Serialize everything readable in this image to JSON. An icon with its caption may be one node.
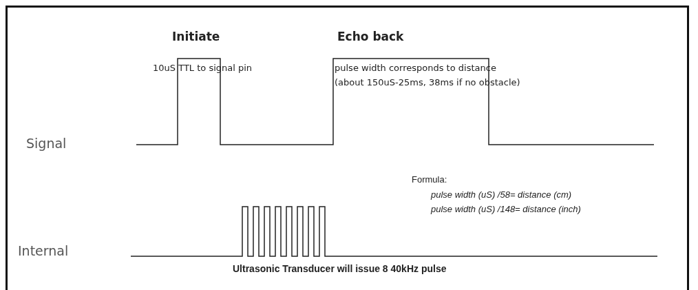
{
  "diagram": {
    "labels": [
      "Initiate",
      "Echo back",
      "10uS TTL to signal pin",
      "pulse width corresponds to distance",
      "(about 150uS-25ms, 38ms if no obstacle)",
      "Signal",
      "Formula:",
      "pulse width (uS) /58= distance (cm)",
      "pulse width (uS) /148= distance (inch)",
      "Internal",
      "Ultrasonic Transducer will issue 8 40kHz pulse"
    ]
  }
}
